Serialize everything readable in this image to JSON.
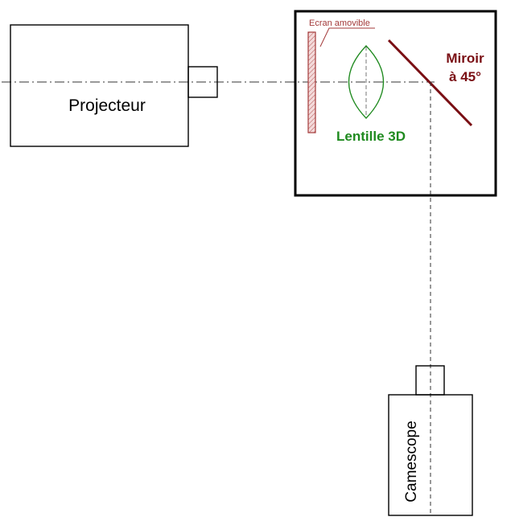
{
  "labels": {
    "projector": "Projecteur",
    "removable_screen": "Ecran amovible",
    "lens": "Lentille 3D",
    "mirror_line1": "Miroir",
    "mirror_line2": "à 45°",
    "camcorder": "Camescope"
  },
  "colors": {
    "outline": "#000000",
    "axis": "#333333",
    "screen": "#a33a3a",
    "screen_fill": "#e9c5c5",
    "lens": "#1f8a1f",
    "mirror": "#7a0f14"
  }
}
